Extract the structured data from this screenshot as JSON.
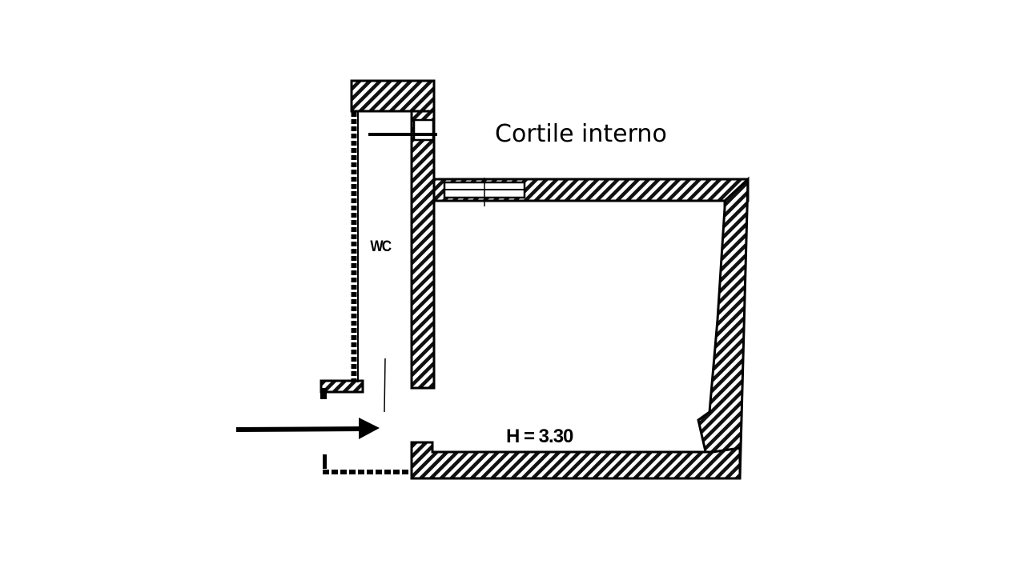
{
  "labels": {
    "courtyard": "Cortile interno",
    "wc": "WC",
    "ceiling_height": "H = 3.30"
  },
  "icons": {
    "entrance": "arrow-right-icon"
  },
  "colors": {
    "wall": "#000000",
    "background": "#ffffff"
  }
}
